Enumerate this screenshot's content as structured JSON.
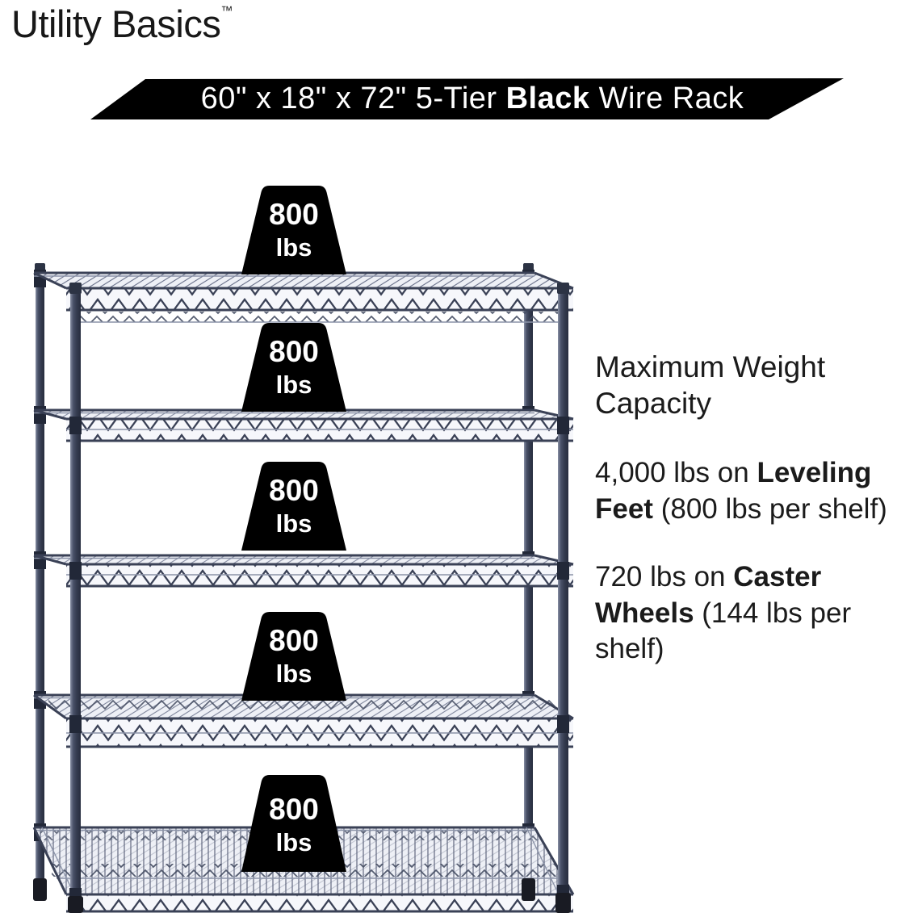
{
  "logo": {
    "brand": "Utility Basics",
    "trademark": "™"
  },
  "banner": {
    "text_regular_1": "60\" x 18\" x 72\" 5-Tier ",
    "text_bold": "Black",
    "text_regular_2": " Wire Rack",
    "bg_color": "#000000",
    "text_color": "#ffffff"
  },
  "rack": {
    "description": "5-tier black wire shelving rack with posts and leveling feet",
    "tier_count": 5,
    "frame_color": "#3a4156",
    "foot_color": "#191b23"
  },
  "weights": [
    {
      "value": "800",
      "unit": "lbs"
    },
    {
      "value": "800",
      "unit": "lbs"
    },
    {
      "value": "800",
      "unit": "lbs"
    },
    {
      "value": "800",
      "unit": "lbs"
    },
    {
      "value": "800",
      "unit": "lbs"
    }
  ],
  "capacity": {
    "heading": "Maximum Weight Capacity",
    "leveling": {
      "pre": "4,000 lbs on ",
      "bold": "Leveling Feet",
      "post": " (800 lbs per shelf)"
    },
    "caster": {
      "pre": "720 lbs on ",
      "bold": "Caster Wheels",
      "post": " (144 lbs per shelf)"
    }
  },
  "colors": {
    "weight_badge_bg": "#000000",
    "weight_badge_text": "#ffffff",
    "body_text": "#1b1b1b"
  }
}
